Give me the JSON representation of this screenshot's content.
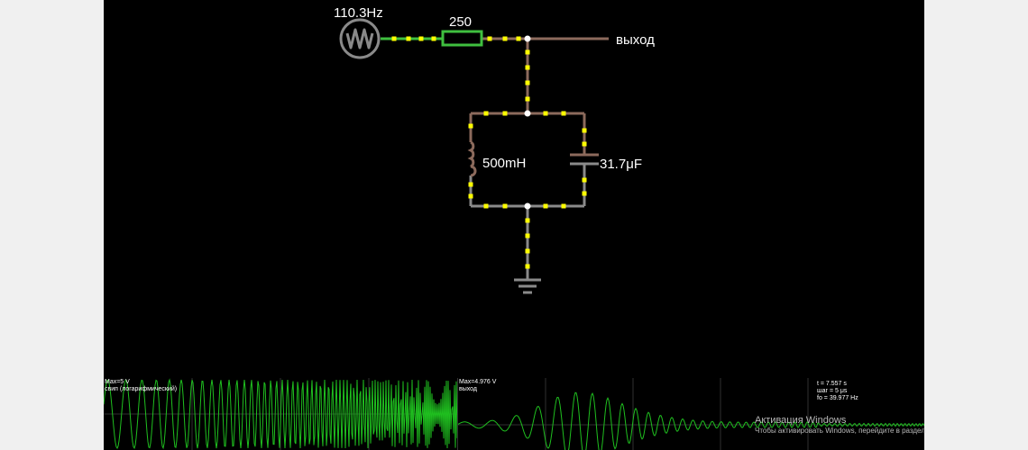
{
  "circuit": {
    "source_label": "110.3Hz",
    "resistor_label": "250",
    "output_label": "выход",
    "inductor_label": "500mH",
    "capacitor_label": "31.7μF"
  },
  "scopes": [
    {
      "max_label": "Max=5 V",
      "name_label": "свип (логарифмический)"
    },
    {
      "max_label": "Max=4.976 V",
      "name_label": "выход",
      "info": [
        "t = 7.557 s",
        "шаг = 5 μs",
        "fo = 39.977 Hz"
      ]
    }
  ],
  "watermark": {
    "title": "Активация Windows",
    "subtitle": "Чтобы активировать Windows, перейдите в раздел"
  },
  "colors": {
    "background": "#000000",
    "wire_gray": "#8a8a8a",
    "wire_brown": "#8c6a5c",
    "wire_green": "#3fbf3f",
    "current_dot": "#ffff00",
    "trace": "#1fbf1f",
    "grid": "#303030"
  },
  "icons": [
    "ac-source-icon",
    "ground-icon"
  ]
}
